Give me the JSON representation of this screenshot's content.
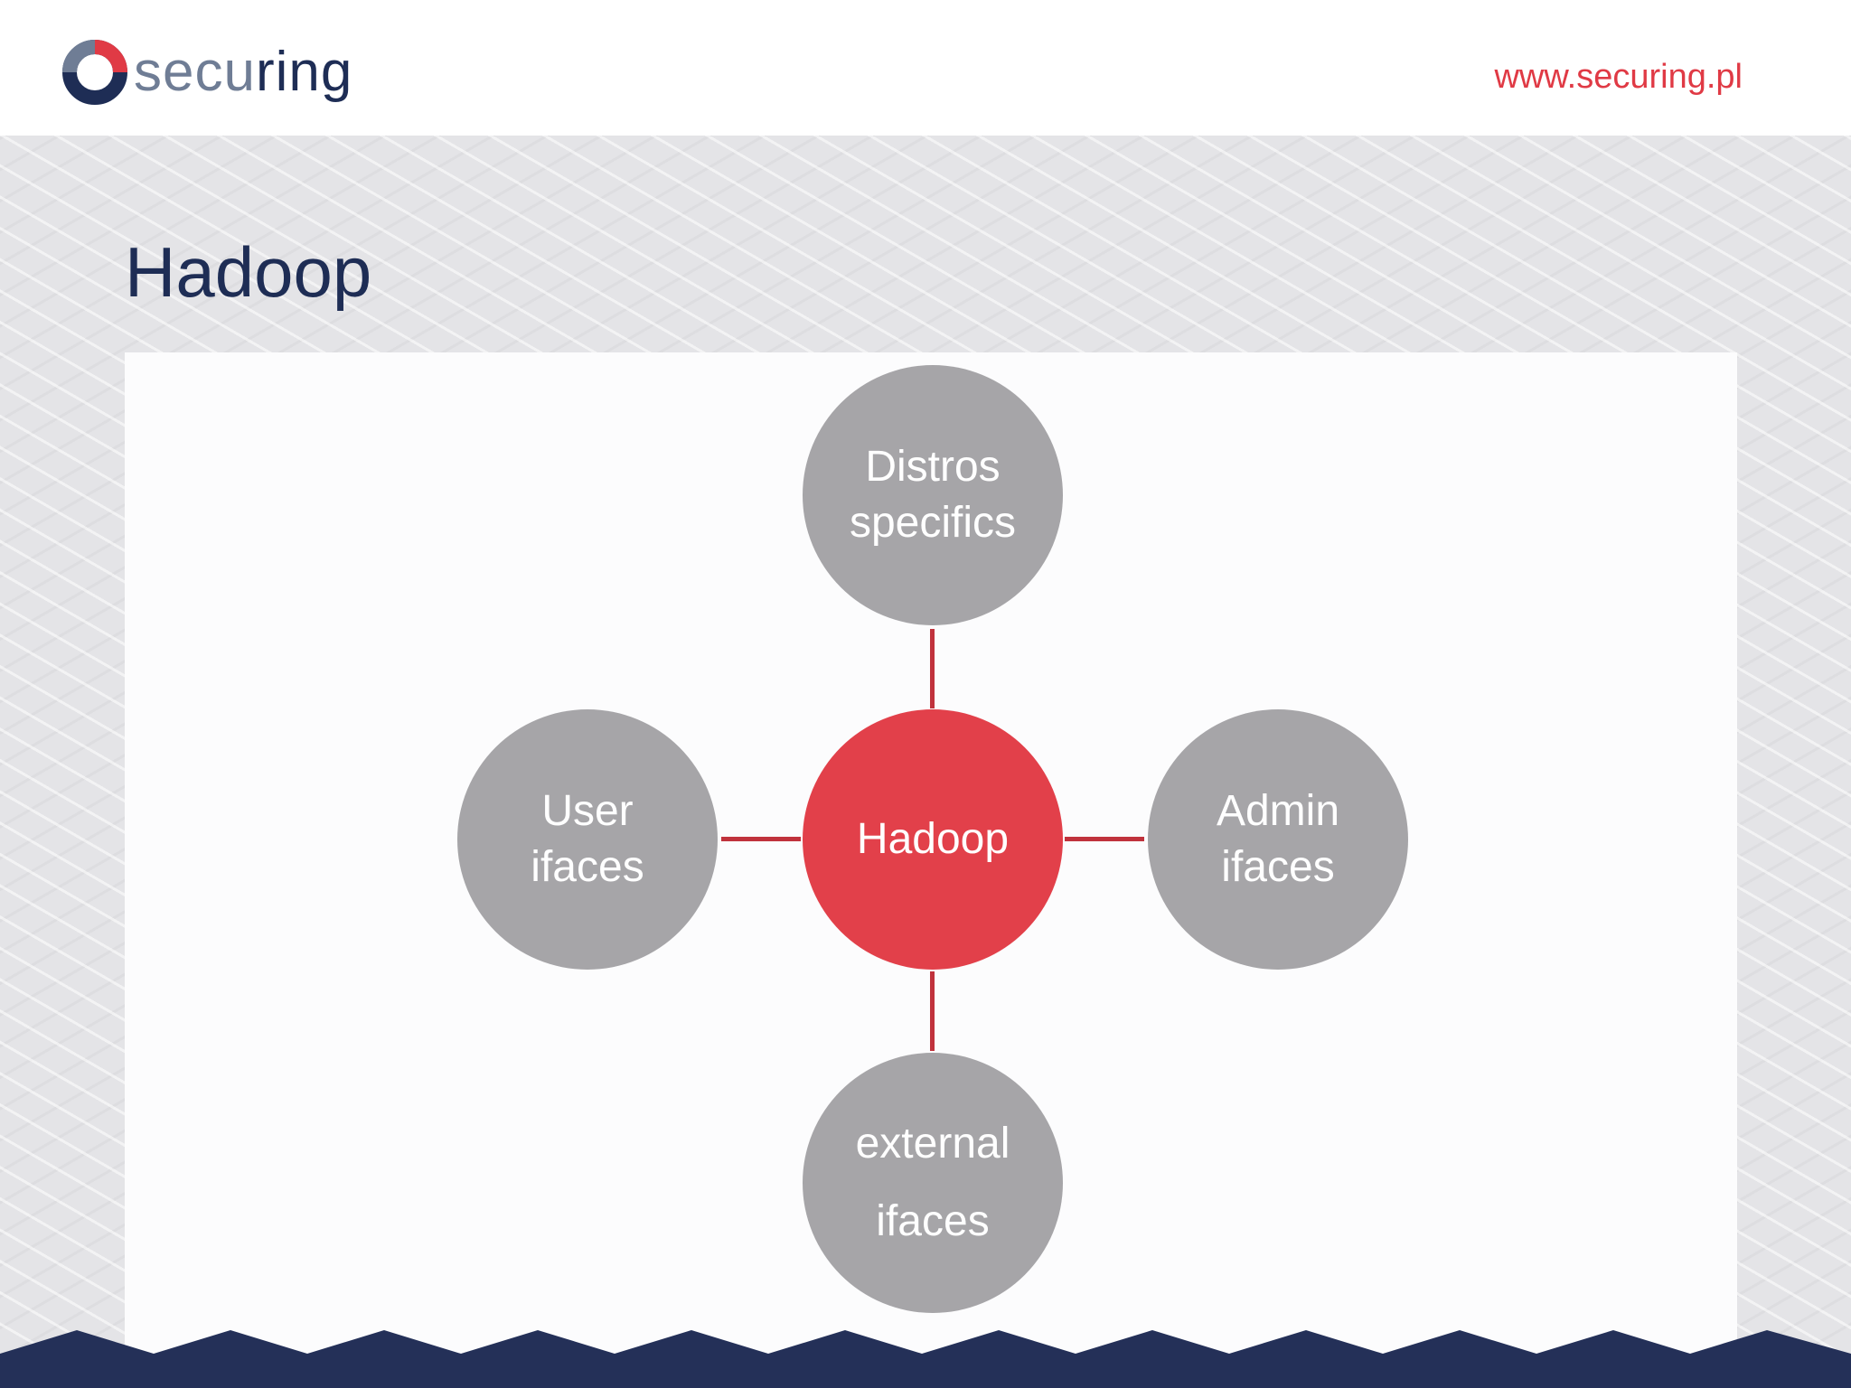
{
  "header": {
    "logo_text_part1": "secu",
    "logo_text_part2": "ring",
    "url": "www.securing.pl"
  },
  "slide": {
    "title": "Hadoop"
  },
  "diagram": {
    "center": "Hadoop",
    "top": "Distros\nspecifics",
    "left": "User\nifaces",
    "right": "Admin\nifaces",
    "bottom": "external\nifaces"
  },
  "colors": {
    "brand_navy": "#1e2d55",
    "brand_red": "#e2404a",
    "node_gray": "#a6a5a8",
    "connector": "#c0323c"
  },
  "icons": {
    "logo": "securing-ring-logo-icon"
  }
}
